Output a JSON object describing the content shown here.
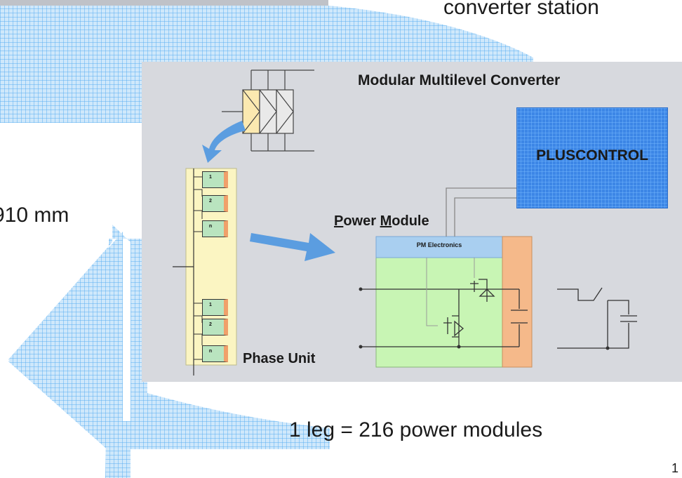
{
  "captions": {
    "top": "converter station",
    "dimension": "910 mm",
    "bottom": "1 leg = 216 power modules",
    "page_number": "1"
  },
  "diagram": {
    "title": "Modular Multilevel Converter",
    "control_box": "PLUSCONTROL",
    "power_module": {
      "label_p": "P",
      "label_mid": "ower ",
      "label_m": "M",
      "label_end": "odule",
      "electronics": "PM Electronics"
    },
    "phase_unit": "Phase Unit",
    "module_numbers_top": [
      "1",
      "2",
      "n"
    ],
    "module_numbers_bottom": [
      "1",
      "2",
      "n"
    ]
  },
  "colors": {
    "arrow_blue": "#9fd0f5",
    "panel_gray": "#d7d9de",
    "control_blue": "#3c86e6",
    "module_green": "#c8f5b4",
    "module_header": "#a9cff0",
    "capacitor_orange": "#f5b98a",
    "phase_yellow": "#fbf5c2"
  }
}
